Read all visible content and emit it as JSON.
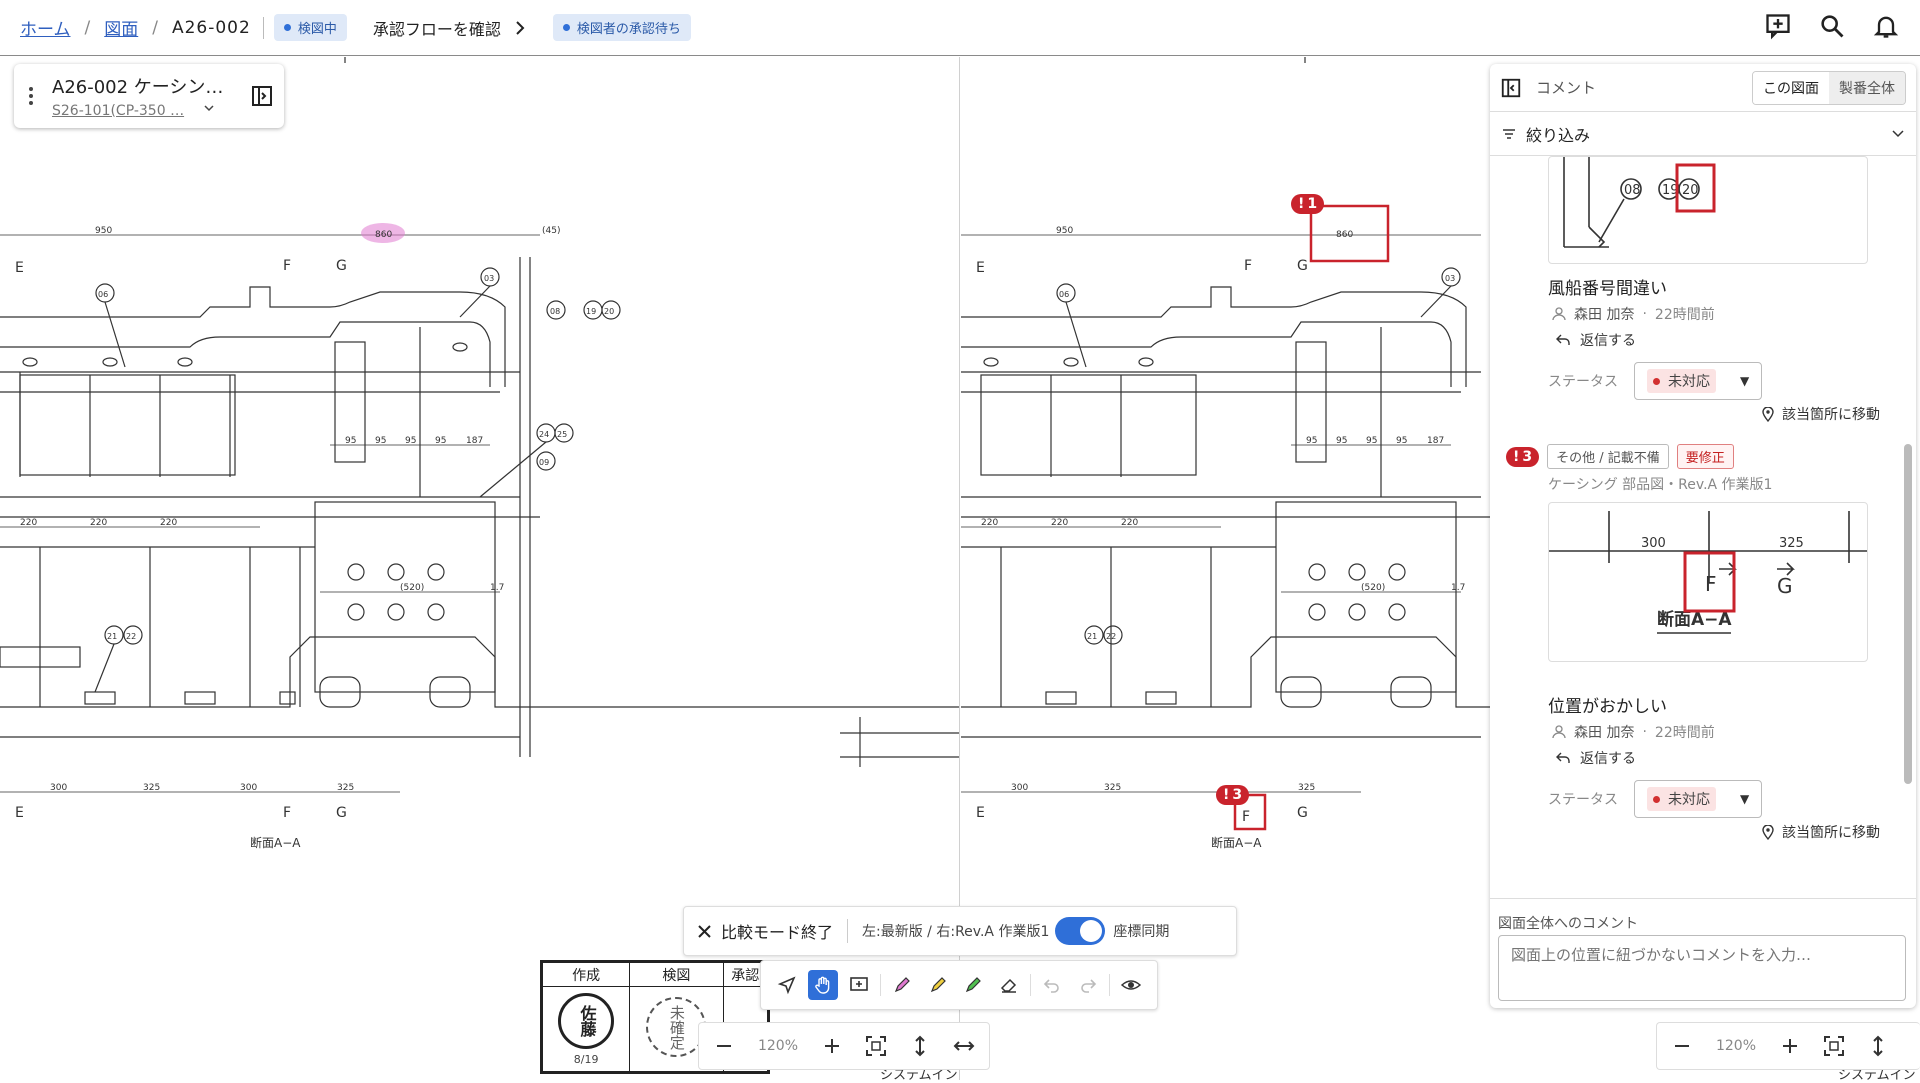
{
  "breadcrumb": {
    "home": "ホーム",
    "drawings": "図面",
    "current": "A26-002",
    "sep": "/"
  },
  "status_pill": "検図中",
  "approval_flow": "承認フローを確認",
  "approval_pill": "検図者の承認待ち",
  "doc": {
    "title": "A26-002 ケーシン…",
    "subtitle": "S26-101(CP-350 …"
  },
  "panel": {
    "title": "コメント",
    "seg_current": "この図面",
    "seg_all": "製番全体",
    "filter": "絞り込み",
    "comments": [
      {
        "title": "風船番号間違い",
        "author": "森田 加奈",
        "time": "22時間前",
        "reply": "返信する",
        "status_label": "ステータス",
        "status": "未対応",
        "goto": "該当箇所に移動"
      },
      {
        "badge": "3",
        "category": "その他 / 記載不備",
        "severity": "要修正",
        "source": "ケーシング 部品図・Rev.A 作業版1",
        "title": "位置がおかしい",
        "author": "森田 加奈",
        "time": "22時間前",
        "reply": "返信する",
        "status_label": "ステータス",
        "status": "未対応",
        "goto": "該当箇所に移動"
      }
    ],
    "global_label": "図面全体へのコメント",
    "global_placeholder": "図面上の位置に紐づかないコメントを入力…"
  },
  "compare": {
    "exit": "比較モード終了",
    "info": "左:最新版 / 右:Rev.A 作業版1",
    "sync": "座標同期"
  },
  "zoom": {
    "left": "120%",
    "right": "120%"
  },
  "title_block": {
    "h_create": "作成",
    "h_check": "検図",
    "h_approve": "承認",
    "stamp_create": "佐藤",
    "stamp_pending": "未確定",
    "date": "8/19",
    "sys": "システムイン"
  },
  "markers": {
    "m1": "1",
    "m3": "3"
  },
  "thumb2": {
    "dim1": "300",
    "dim2": "325",
    "f": "F",
    "g": "G",
    "section": "断面A−A"
  },
  "thumb1": {
    "b1": "08",
    "b2": "19",
    "b3": "20"
  },
  "colors": {
    "accent": "#2f6fd8",
    "alert": "#c9232c",
    "pill_bg": "#dfe9f8"
  }
}
